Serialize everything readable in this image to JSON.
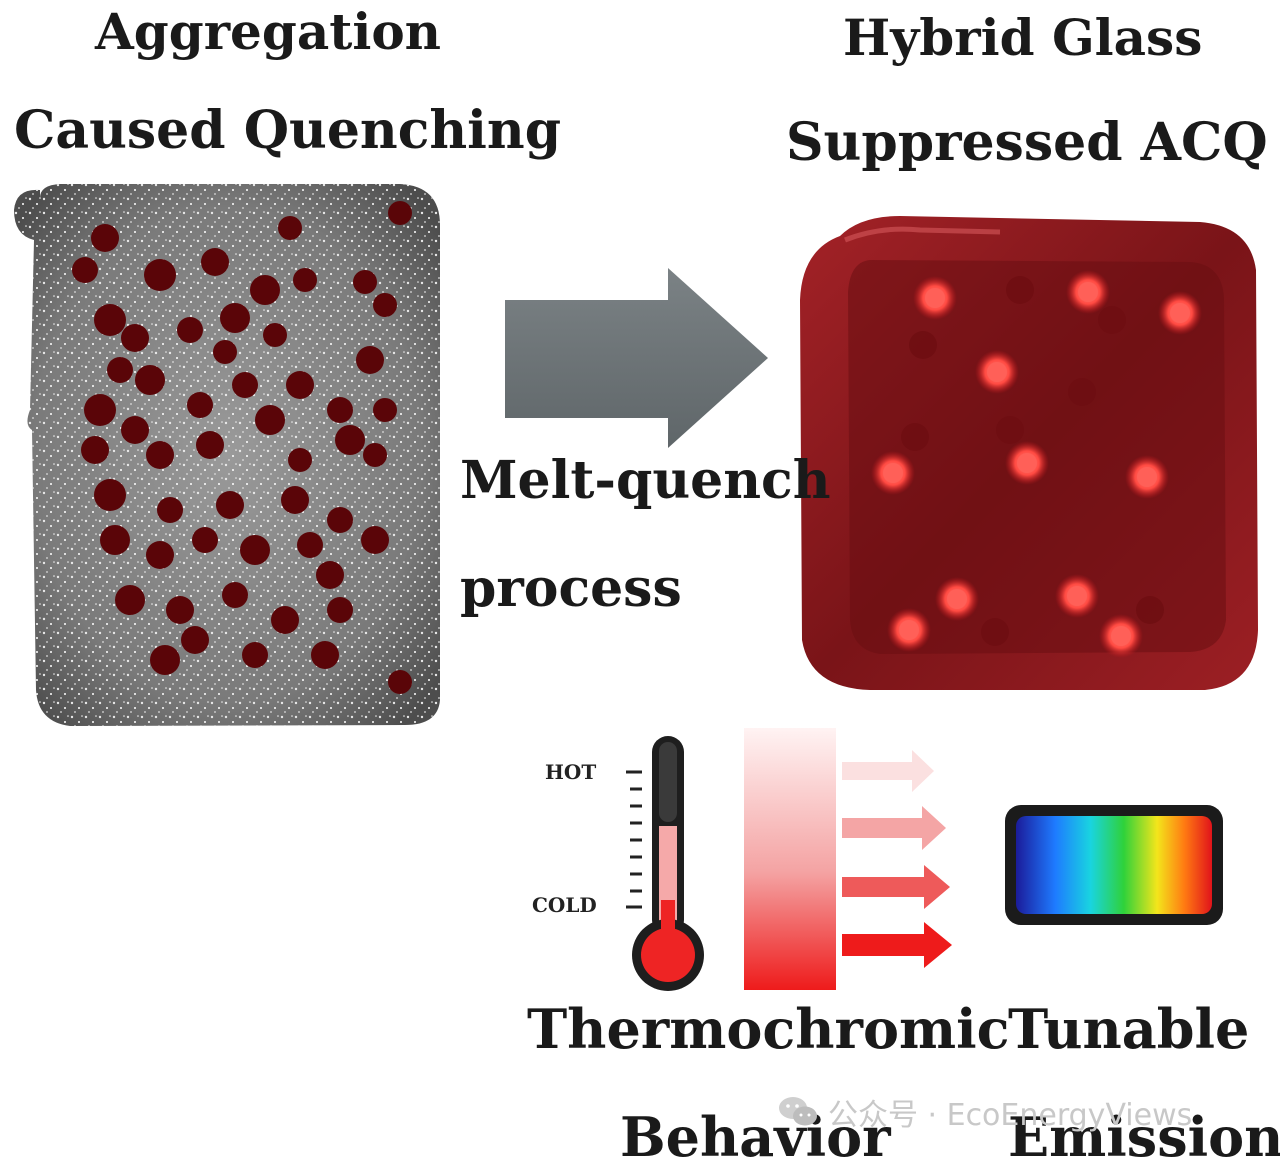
{
  "titles": {
    "left_line1": "Aggregation",
    "left_line2": "Caused Quenching",
    "right_line1": "Hybrid Glass",
    "right_line2": "Suppressed ACQ"
  },
  "process": {
    "line1": "Melt-quench",
    "line2": "process"
  },
  "thermometer": {
    "hot_label": "HOT",
    "cold_label": "COLD"
  },
  "bottom": {
    "thermochromic": "Thermochromic",
    "behavior": "Behavior",
    "tunable": "Tunable",
    "emission": "Emission"
  },
  "watermark": {
    "text": "公众号 · EcoEnergyViews",
    "icon": "wechat-icon"
  },
  "colors": {
    "aggregate_dot": "#5a0508",
    "glass_cube": "#8f1a1f",
    "glow_dot": "#ff5a52",
    "arrow_gray": "#6e7478"
  }
}
